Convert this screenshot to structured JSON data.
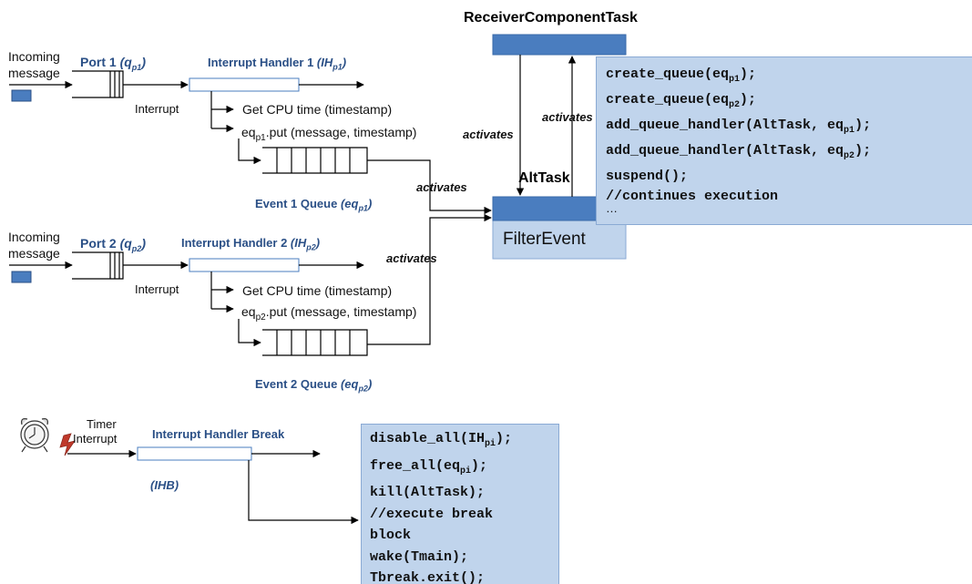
{
  "colors": {
    "box_fill": "#c0d4ec",
    "box_border": "#8aaad4",
    "bar_fill": "#4a7dbf",
    "label_blue": "#2a4f86"
  },
  "receiver": {
    "title": "ReceiverComponentTask",
    "alt_label": "AltTask",
    "filter_label": "FilterEvent",
    "activates_left": "activates",
    "activates_right": "activates"
  },
  "code_box_main": {
    "lines": [
      {
        "pre": "create_queue(eq",
        "sub": "p1",
        "post": ");"
      },
      {
        "pre": "create_queue(eq",
        "sub": "p2",
        "post": ");"
      },
      {
        "pre": "add_queue_handler(AltTask, eq",
        "sub": "p1",
        "post": ");"
      },
      {
        "pre": "add_queue_handler(AltTask, eq",
        "sub": "p2",
        "post": ");"
      },
      {
        "pre": "suspend();",
        "sub": "",
        "post": ""
      },
      {
        "pre": "//continues execution",
        "sub": "",
        "post": ""
      }
    ],
    "ellipsis": "…"
  },
  "port1": {
    "incoming_line1": "Incoming",
    "incoming_line2": "message",
    "port_label": "Port 1",
    "port_sym": "(q",
    "port_sub": "p1",
    "port_end": ")",
    "handler_label": "Interrupt Handler 1",
    "handler_sym": "(IH",
    "handler_sub": "p1",
    "handler_end": ")",
    "interrupt": "Interrupt",
    "cpu_time": "Get CPU time (timestamp)",
    "put_pre": "eq",
    "put_sub": "p1",
    "put_post": ".put (message, timestamp)",
    "activates": "activates",
    "queue_label": "Event 1 Queue",
    "queue_sym": "(eq",
    "queue_sub": "p1",
    "queue_end": ")"
  },
  "port2": {
    "incoming_line1": "Incoming",
    "incoming_line2": "message",
    "port_label": "Port 2",
    "port_sym": "(q",
    "port_sub": "p2",
    "port_end": ")",
    "handler_label": "Interrupt Handler 2",
    "handler_sym": "(IH",
    "handler_sub": "p2",
    "handler_end": ")",
    "interrupt": "Interrupt",
    "cpu_time": "Get CPU time (timestamp)",
    "put_pre": "eq",
    "put_sub": "p2",
    "put_post": ".put (message, timestamp)",
    "activates": "activates",
    "queue_label": "Event 2 Queue",
    "queue_sym": "(eq",
    "queue_sub": "p2",
    "queue_end": ")"
  },
  "timer": {
    "line1": "Timer",
    "line2": "Interrupt",
    "handler_label": "Interrupt Handler  Break",
    "ihb": "(IHB)"
  },
  "code_box_break": {
    "lines": [
      {
        "pre": "disable_all(IH",
        "sub": "pi",
        "post": ");"
      },
      {
        "pre": "free_all(eq",
        "sub": "pi",
        "post": ");"
      },
      {
        "pre": "kill(AltTask);",
        "sub": "",
        "post": ""
      },
      {
        "pre": "//execute break",
        "sub": "",
        "post": ""
      },
      {
        "pre": "block",
        "sub": "",
        "post": ""
      },
      {
        "pre": "wake(Tmain);",
        "sub": "",
        "post": ""
      },
      {
        "pre": "Tbreak.exit();",
        "sub": "",
        "post": ""
      }
    ]
  },
  "icons": [
    "message-icon",
    "alarm-clock-icon",
    "lightning-icon"
  ]
}
